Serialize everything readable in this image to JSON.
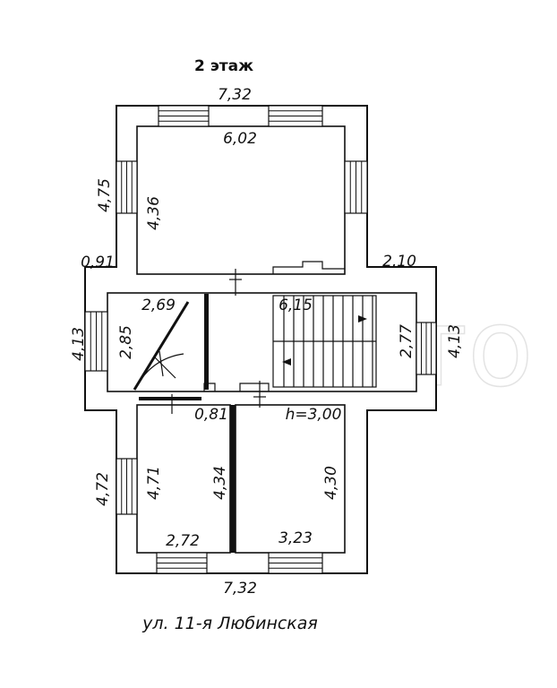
{
  "floor_title": "2 этаж",
  "street": "ул. 11-я Любинская",
  "watermark": "авито",
  "dims": {
    "top_outer": "7,32",
    "top_room_width": "6,02",
    "left_outer_top": "4,75",
    "top_room_height": "4,36",
    "step_left": "0,91",
    "step_right": "2,10",
    "hall_left_width": "2,69",
    "stair_width": "6,15",
    "left_outer_mid": "4,13",
    "hall_left_height": "2,85",
    "stair_height": "2,77",
    "right_outer_mid": "4,13",
    "corridor_width": "0,81",
    "ceiling_height": "h=3,00",
    "left_outer_bottom": "4,72",
    "room_bl_height": "4,71",
    "partition_height": "4,34",
    "room_br_height": "4,30",
    "room_bl_width": "2,72",
    "room_br_width": "3,23",
    "bottom_outer": "7,32"
  }
}
